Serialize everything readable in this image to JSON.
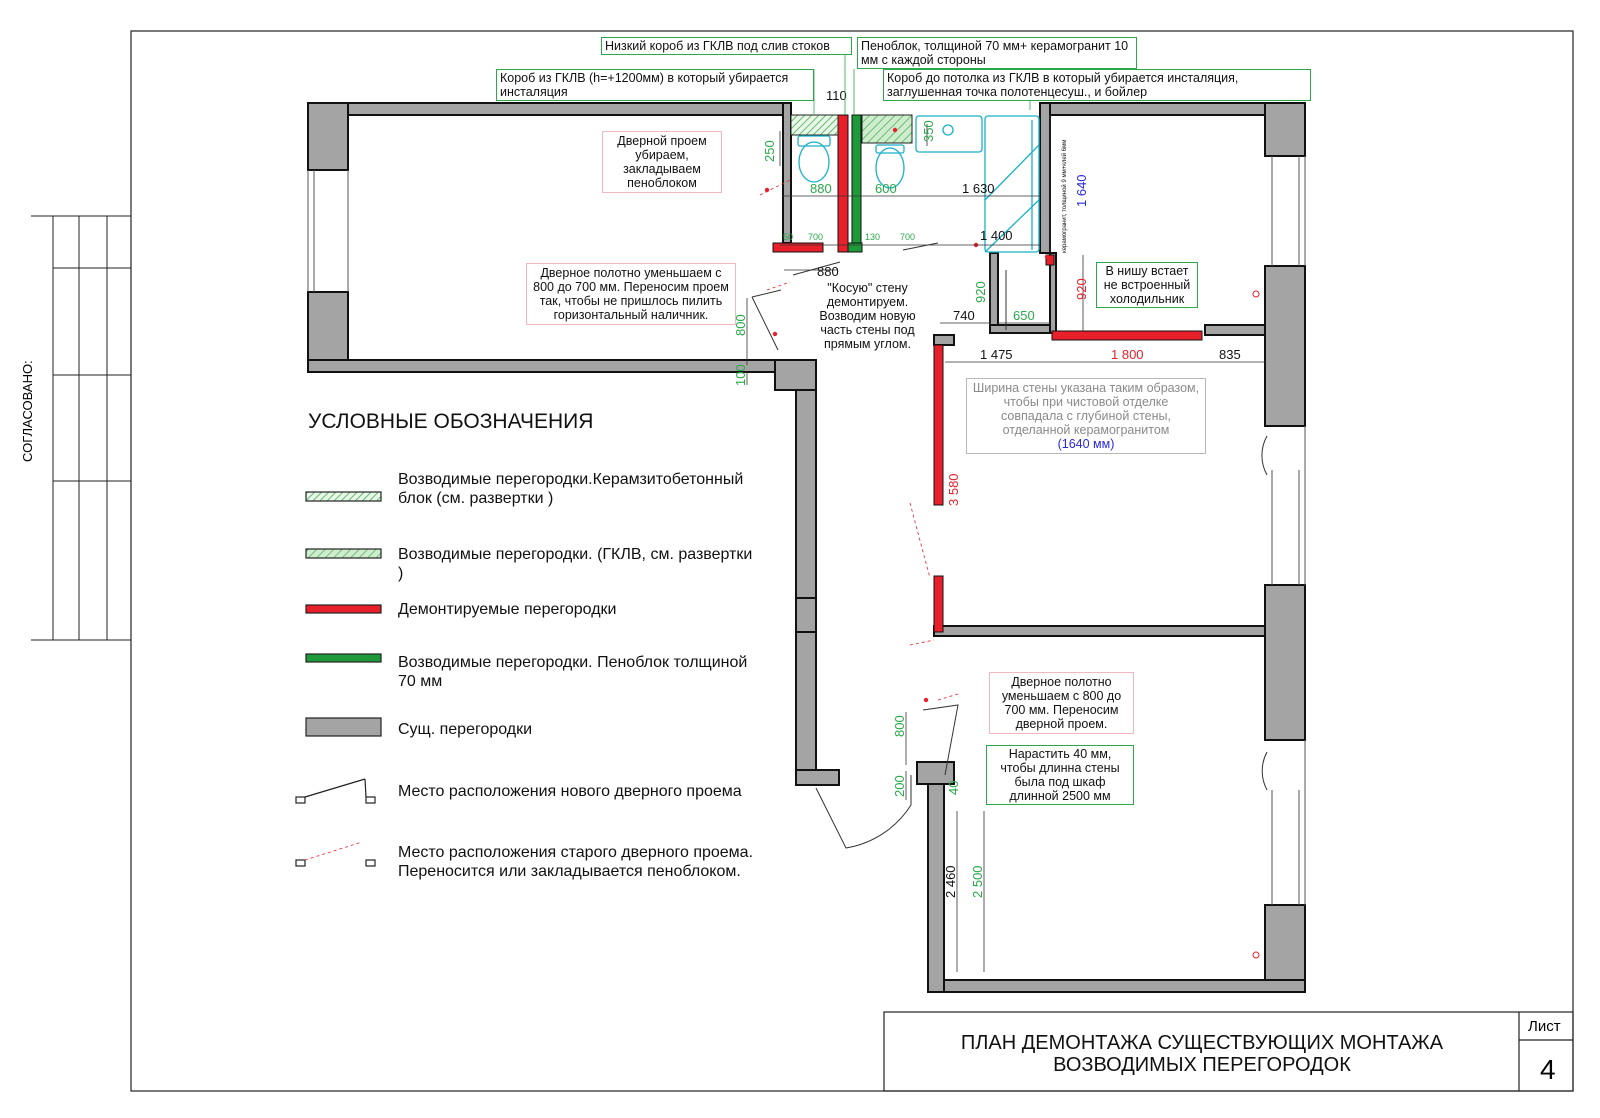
{
  "notes": {
    "low_box": "Низкий короб из ГКЛВ под слив стоков",
    "foam_block": "Пеноблок, толщиной 70 мм+ керамогранит 10 мм с каждой стороны",
    "box_1200": "Короб из ГКЛВ (h=+1200мм) в который убирается инсталяция",
    "box_ceiling": "Короб до потолка из ГКЛВ в который убирается инсталяция, заглушенная точка полотенцесуш., и бойлер",
    "door_removed": "Дверной проем убираем, закладываем пеноблоком",
    "door_reduce_1": "Дверное полотно уменьшаем с 800 до 700 мм. Переносим проем так, чтобы не пришлось пилить горизонтальный наличник.",
    "oblique_wall": "\"Косую\" стену демонтируем. Возводим новую часть стены под прямым углом.",
    "fridge": "В нишу встает не встроенный холодильник",
    "wall_width": "Ширина стены указана таким образом, чтобы при чистовой отделке совпадала с глубиной стены, отделанной керамогранитом",
    "wall_width_value": "(1640 мм)",
    "door_reduce_2": "Дверное полотно уменьшаем с 800 до 700 мм. Переносим дверной проем.",
    "extend_40": "Нарастить 40 мм, чтобы длинна стены была под шкаф длинной 2500 мм",
    "ceramic_vertical": "керамогранит, толщиной 9 мм+клей 6мм"
  },
  "dims": {
    "d110": "110",
    "d350": "350",
    "d250": "250",
    "d880a": "880",
    "d600": "600",
    "d1630": "1 630",
    "d1640": "1 640",
    "d50": "50",
    "d700a": "700",
    "d130": "130",
    "d700b": "700",
    "d1400": "1 400",
    "d880b": "880",
    "d920a": "920",
    "d920b": "920",
    "d740": "740",
    "d650": "650",
    "d800a": "800",
    "d100": "100",
    "d1475": "1 475",
    "d1800": "1 800",
    "d835": "835",
    "d3580": "3 580",
    "d800b": "800",
    "d200": "200",
    "d40": "40",
    "d2460": "2 460",
    "d2500": "2 500"
  },
  "legend": {
    "title": "УСЛОВНЫЕ ОБОЗНАЧЕНИЯ",
    "items": [
      "Возводимые перегородки.Керамзитобетонный блок (см. развертки )",
      "Возводимые перегородки. (ГКЛВ, см. развертки )",
      "Демонтируемые перегородки",
      "Возводимые перегородки. Пеноблок толщиной 70 мм",
      "Сущ. перегородки",
      "Место расположения нового дверного проема",
      "Место расположения старого дверного проема. Переносится или закладывается пеноблоком."
    ]
  },
  "title_block": {
    "title": "ПЛАН ДЕМОНТАЖА СУЩЕСТВУЮЩИХ  МОНТАЖА ВОЗВОДИМЫХ ПЕРЕГОРОДОК",
    "sheet_label": "Лист",
    "sheet_number": "4",
    "approved": "СОГЛАСОВАНО:"
  },
  "colors": {
    "wall": "#a4a4a4",
    "demolish": "#e8202a",
    "new_foam": "#1e9a3a",
    "hatch": "#3fae4a",
    "dim_green": "#2aa84a",
    "dim_red": "#e8202a",
    "dim_blue": "#2a2adc",
    "fixture": "#1ab0c8"
  }
}
